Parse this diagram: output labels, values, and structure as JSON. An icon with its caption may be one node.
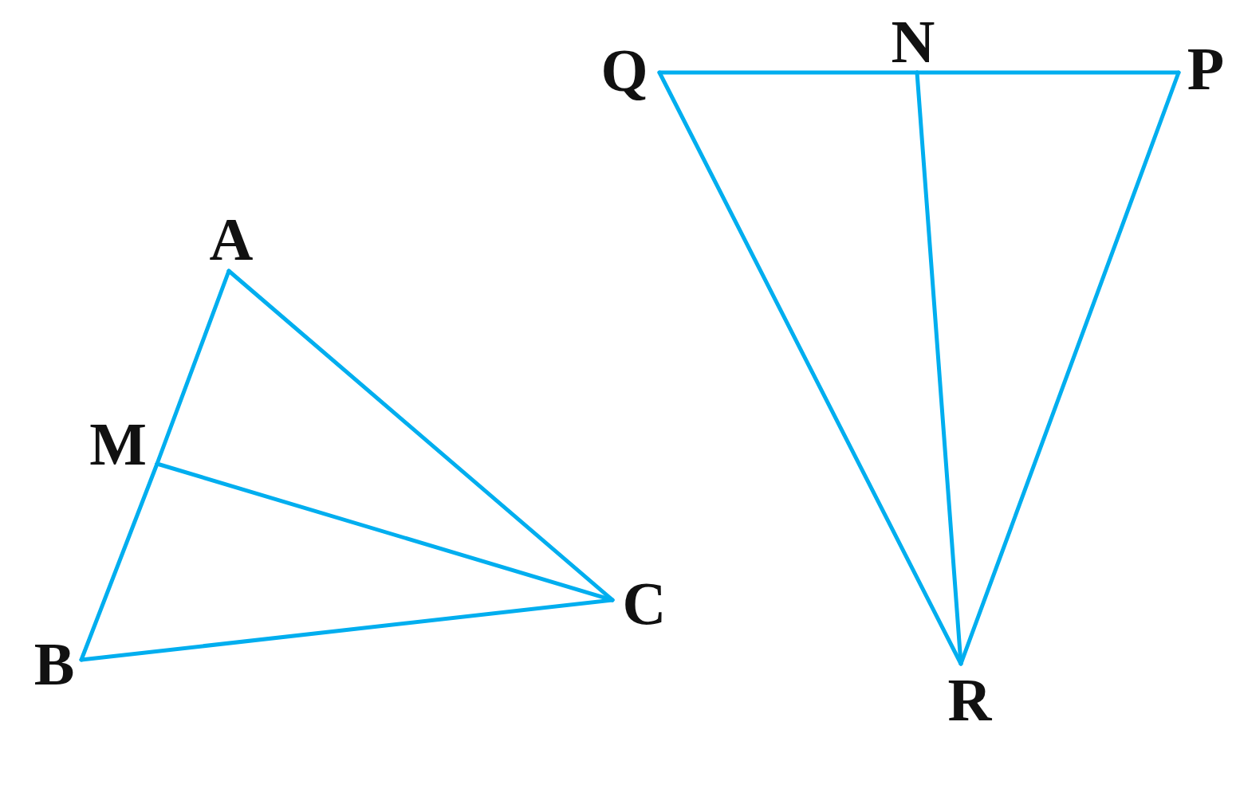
{
  "diagram": {
    "nodes": [
      {
        "text": [
          "A"
        ]
      },
      {
        "text": [
          "M"
        ]
      },
      {
        "text": [
          "B"
        ]
      },
      {
        "text": [
          "C"
        ]
      },
      {
        "text": [
          "Q"
        ]
      },
      {
        "text": [
          "N"
        ]
      },
      {
        "text": [
          "P"
        ]
      },
      {
        "text": [
          "R"
        ]
      }
    ],
    "edges": [
      {
        "from": 0,
        "to": 1,
        "arrow": "none"
      },
      {
        "from": 1,
        "to": 2,
        "arrow": "none"
      },
      {
        "from": 2,
        "to": 3,
        "arrow": "none"
      },
      {
        "from": 0,
        "to": 3,
        "arrow": "none"
      },
      {
        "from": 1,
        "to": 3,
        "arrow": "none"
      },
      {
        "from": 4,
        "to": 5,
        "arrow": "none"
      },
      {
        "from": 5,
        "to": 6,
        "arrow": "none"
      },
      {
        "from": 4,
        "to": 7,
        "arrow": "none"
      },
      {
        "from": 5,
        "to": 7,
        "arrow": "none"
      },
      {
        "from": 6,
        "to": 7,
        "arrow": "none"
      }
    ]
  }
}
